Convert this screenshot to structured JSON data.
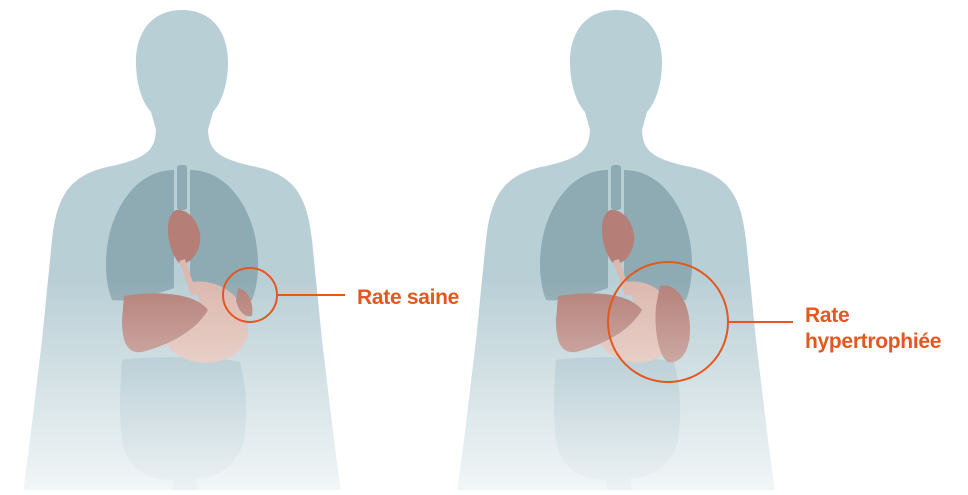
{
  "colors": {
    "body": "#b9cfd6",
    "lungs": "#8eaab2",
    "organ": "#b57f78",
    "organ_light": "#dcb8ae",
    "intestine": "#9fbcc6",
    "accent": "#e4571e"
  },
  "figures": [
    {
      "id": "healthy",
      "label": "Rate saine"
    },
    {
      "id": "enlarged",
      "label_line1": "Rate",
      "label_line2": "hypertrophiée"
    }
  ]
}
